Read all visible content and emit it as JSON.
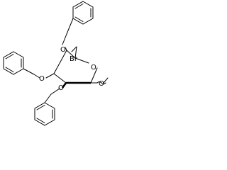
{
  "molecule": {
    "atom_labels": {
      "ring_oxygen": "O",
      "br": "Br",
      "ether_oxygen_top": "O",
      "ether_oxygen_left": "O",
      "ether_oxygen_bottom": "O",
      "methoxy_oxygen": "O"
    },
    "colors": {
      "line": "#000000",
      "background": "#ffffff"
    }
  }
}
